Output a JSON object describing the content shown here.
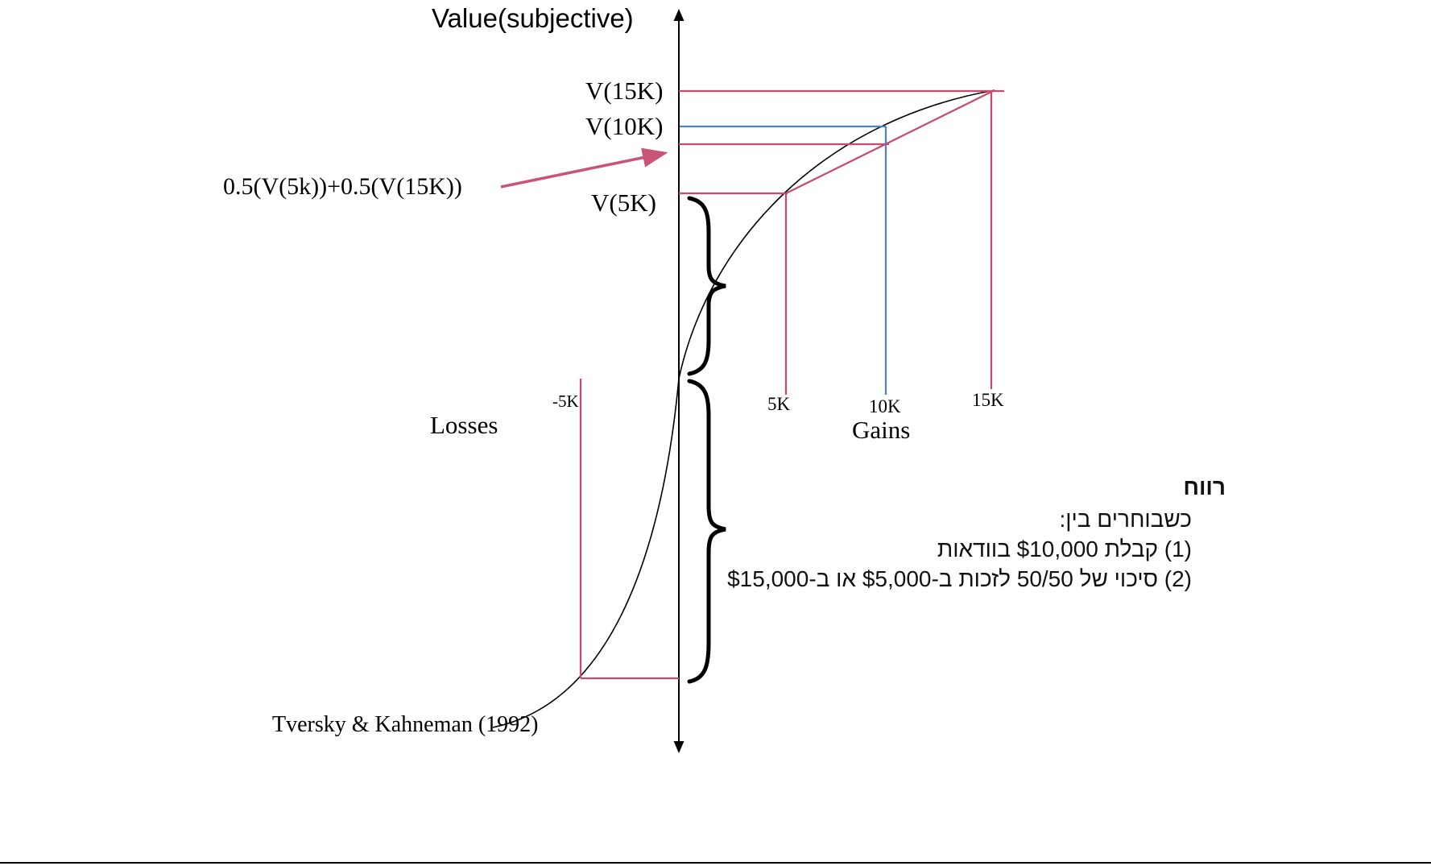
{
  "title": "Value(subjective)",
  "labels": {
    "v15k": "V(15K)",
    "v10k": "V(10K)",
    "expected_value": "0.5(V(5k))+0.5(V(15K))",
    "v5k": "V(5K)",
    "tick_neg5k": "-5K",
    "tick_5k": "5K",
    "tick_10k": "10K",
    "tick_15k": "15K",
    "losses": "Losses",
    "gains": "Gains"
  },
  "citation": "Tversky & Kahneman (1992)",
  "note": {
    "heading": "רווח",
    "lines": [
      "כשבוחרים בין:",
      "(1) קבלת $10,000 בוודאות",
      "(2) סיכוי של 50/50 לזכות ב-$5,000 או ב-$15,000"
    ]
  },
  "colors": {
    "accent_pink": "#c84b6f",
    "accent_blue": "#4f81bd",
    "ink": "#000000"
  },
  "chart_data": {
    "type": "line",
    "title": "Value(subjective)",
    "x_axis": {
      "negative_label": "Losses",
      "positive_label": "Gains",
      "ticks": [
        "-5K",
        "5K",
        "10K",
        "15K"
      ]
    },
    "y_axis_marks": [
      "V(15K)",
      "V(10K)",
      "0.5(V(5k))+0.5(V(15K))",
      "V(5K)"
    ],
    "curve": "S-shaped prospect-theory value function: concave over gains, convex and steeper over losses, reference point at origin",
    "annotations": [
      "Pink guide lines map gains 5K and 15K to V(5K) and V(15K); chord between them marks 0.5(V(5k))+0.5(V(15K)) on the value axis",
      "Blue guide lines map gain 10K to V(10K)",
      "Pink guide lines map loss -5K to its value below the origin",
      "Curly braces compare the value span of equal gains and losses"
    ],
    "legend": "none",
    "grid": false
  }
}
